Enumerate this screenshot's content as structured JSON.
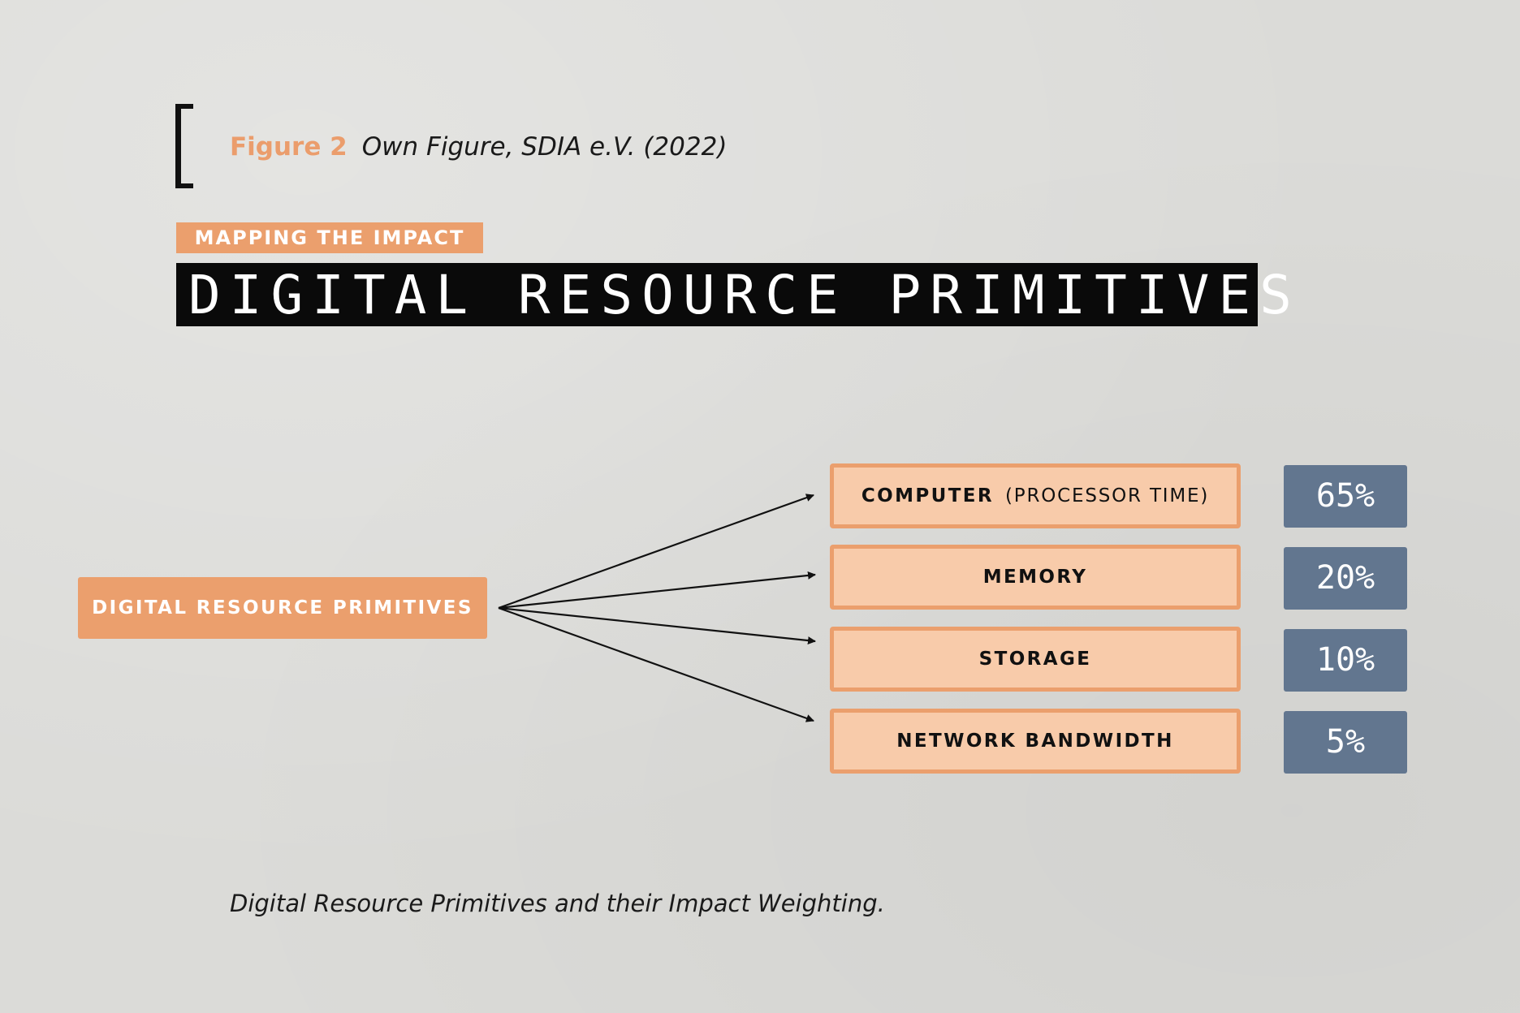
{
  "figure": {
    "label": "Figure 2",
    "source": "Own Figure, SDIA e.V. (2022)"
  },
  "tag": "MAPPING THE IMPACT",
  "title": "DIGITAL RESOURCE PRIMITIVES",
  "diagram": {
    "source_node": "DIGITAL RESOURCE PRIMITIVES",
    "primitives": [
      {
        "name": "COMPUTER",
        "detail": "(PROCESSOR TIME)",
        "weight": "65%"
      },
      {
        "name": "MEMORY",
        "detail": "",
        "weight": "20%"
      },
      {
        "name": "STORAGE",
        "detail": "",
        "weight": "10%"
      },
      {
        "name": "NETWORK BANDWIDTH",
        "detail": "",
        "weight": "5%"
      }
    ]
  },
  "caption": "Digital Resource Primitives and their Impact Weighting.",
  "colors": {
    "background": "#dbdbd8",
    "accent": "#eb9f6d",
    "box_fill": "#f8cbaa",
    "weight_box": "#62768f",
    "title_bar": "#0a0a0a"
  }
}
